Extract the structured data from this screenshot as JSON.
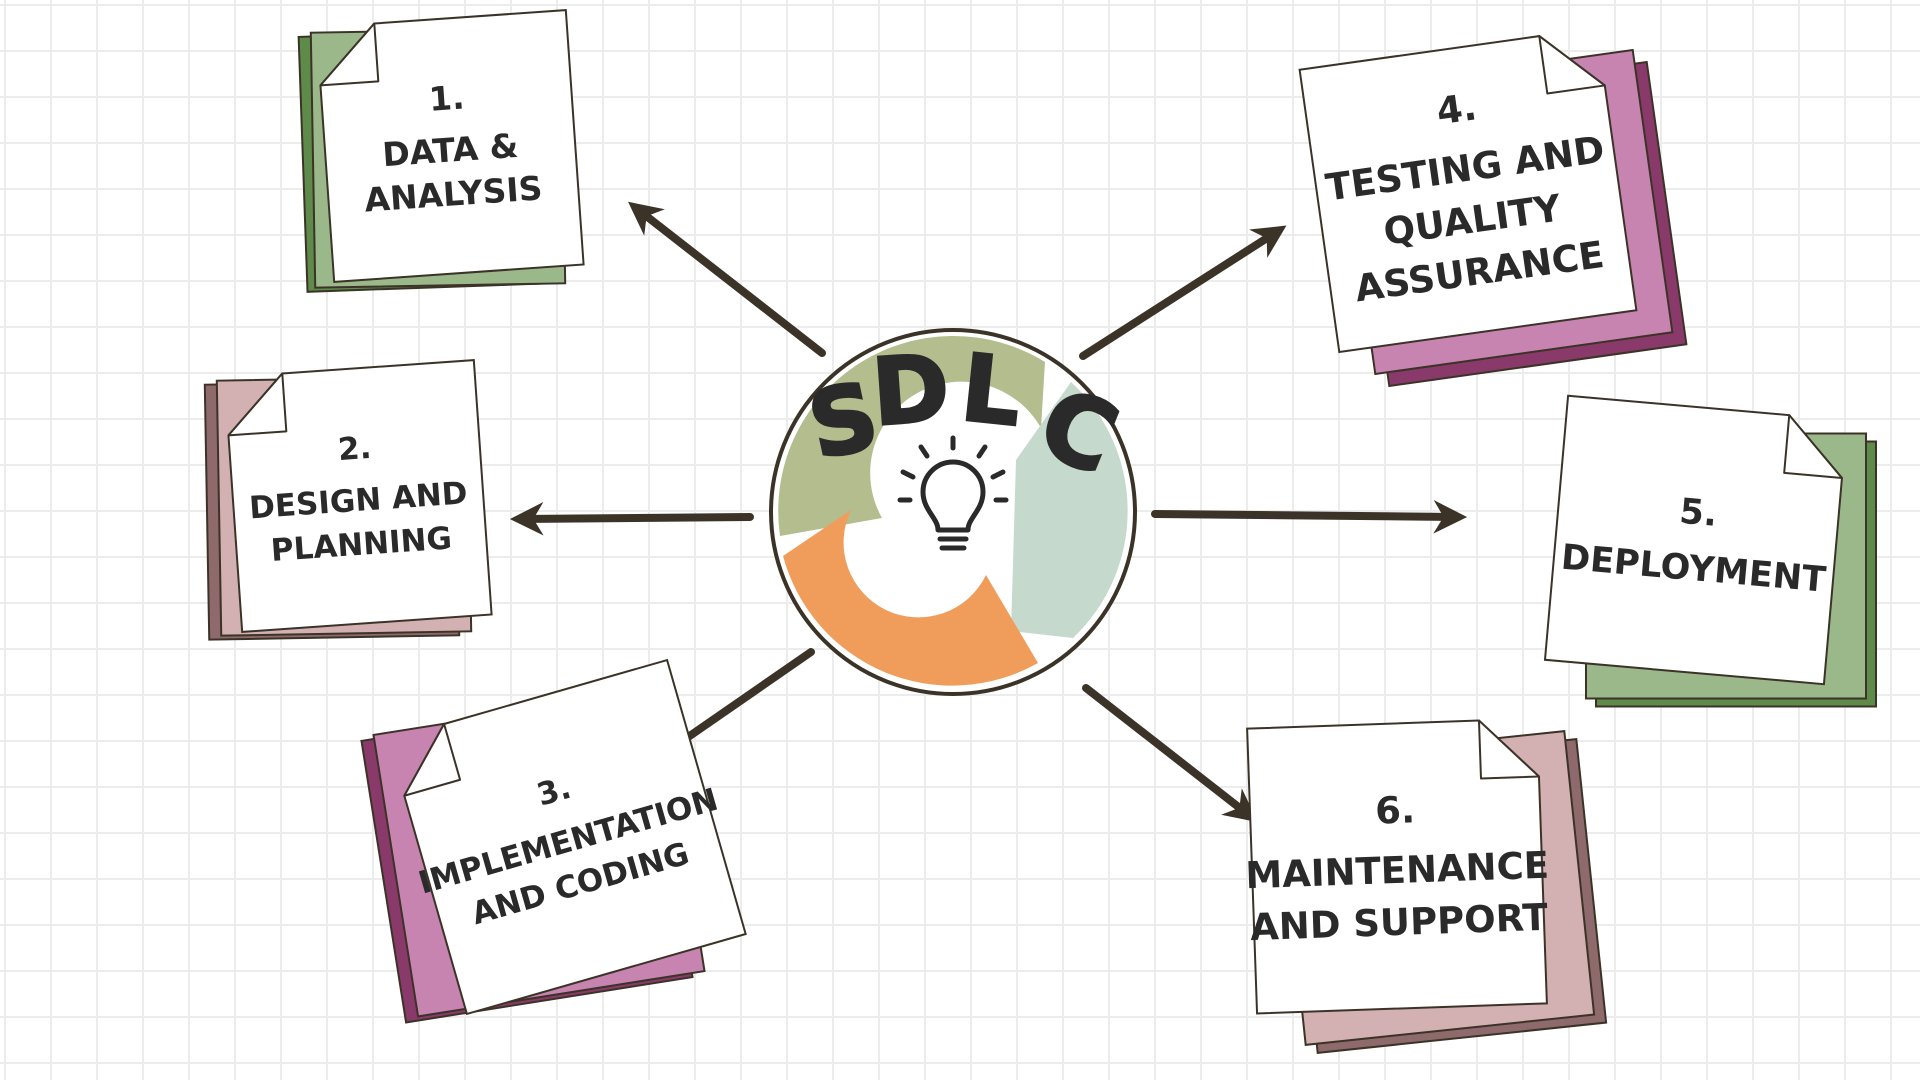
{
  "diagram": {
    "center": {
      "letters": [
        "S",
        "D",
        "L",
        "C"
      ],
      "icon": "lightbulb-icon"
    },
    "steps": [
      {
        "number": "1.",
        "lines": [
          "DATA &",
          "ANALYSIS"
        ]
      },
      {
        "number": "2.",
        "lines": [
          "DESIGN AND",
          "PLANNING"
        ]
      },
      {
        "number": "3.",
        "lines": [
          "IMPLEMENTATION",
          "AND CODING"
        ]
      },
      {
        "number": "4.",
        "lines": [
          "TESTING AND",
          "QUALITY",
          "ASSURANCE"
        ]
      },
      {
        "number": "5.",
        "lines": [
          "DEPLOYMENT"
        ]
      },
      {
        "number": "6.",
        "lines": [
          "MAINTENANCE",
          "AND SUPPORT"
        ]
      }
    ],
    "colors": {
      "ink": "#3b3327",
      "green": "#9bb88a",
      "green_dark": "#5e8a4a",
      "pink": "#c884b0",
      "pink_dark": "#8a3a6a",
      "mauve": "#d3b0b2",
      "mauve_dark": "#8e6a6c",
      "wheel_olive": "#b3bd8d",
      "wheel_sage": "#c6d9cd",
      "wheel_orange": "#f09d5b"
    }
  }
}
